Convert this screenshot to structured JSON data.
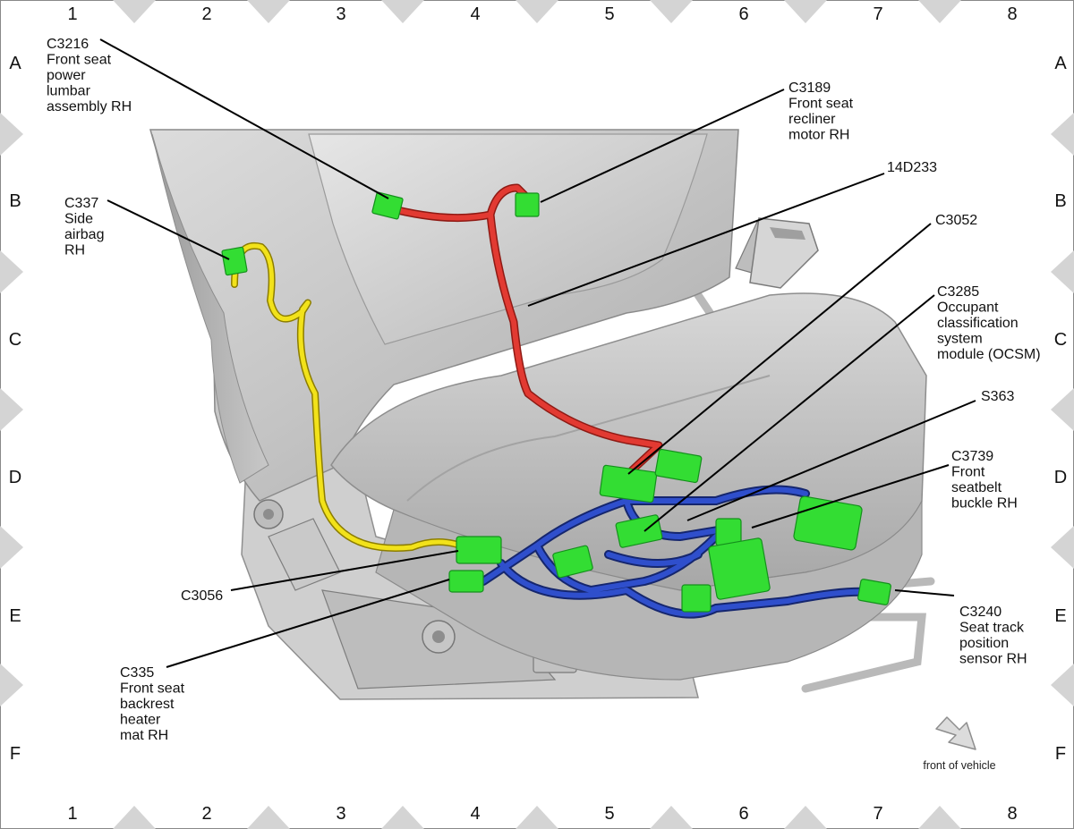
{
  "grid": {
    "columns": [
      "1",
      "2",
      "3",
      "4",
      "5",
      "6",
      "7",
      "8"
    ],
    "rows": [
      "A",
      "B",
      "C",
      "D",
      "E",
      "F"
    ]
  },
  "labels": [
    {
      "id": "c3216",
      "lines": [
        "C3216",
        "Front seat",
        "power",
        "lumbar",
        "assembly RH"
      ]
    },
    {
      "id": "c3189",
      "lines": [
        "C3189",
        "Front seat",
        "recliner",
        "motor RH"
      ]
    },
    {
      "id": "w14d233",
      "lines": [
        "14D233"
      ]
    },
    {
      "id": "c337",
      "lines": [
        "C337",
        "Side",
        "airbag",
        "RH"
      ]
    },
    {
      "id": "c3052",
      "lines": [
        "C3052"
      ]
    },
    {
      "id": "c3285",
      "lines": [
        "C3285",
        "Occupant",
        "classification",
        "system",
        "module (OCSM)"
      ]
    },
    {
      "id": "s363",
      "lines": [
        "S363"
      ]
    },
    {
      "id": "c3739",
      "lines": [
        "C3739",
        "Front",
        "seatbelt",
        "buckle RH"
      ]
    },
    {
      "id": "c3056",
      "lines": [
        "C3056"
      ]
    },
    {
      "id": "c3240",
      "lines": [
        "C3240",
        "Seat track",
        "position",
        "sensor RH"
      ]
    },
    {
      "id": "c335",
      "lines": [
        "C335",
        "Front seat",
        "backrest",
        "heater",
        "mat RH"
      ]
    }
  ],
  "orientation": {
    "text": "front of vehicle",
    "icon": "arrow-down-right-icon"
  },
  "colors": {
    "connector": "#33dd33",
    "harness_yellow": "#f2e21a",
    "harness_red": "#e23a32",
    "harness_blue": "#2f4fcc",
    "frame_marker": "#d4d4d4"
  }
}
